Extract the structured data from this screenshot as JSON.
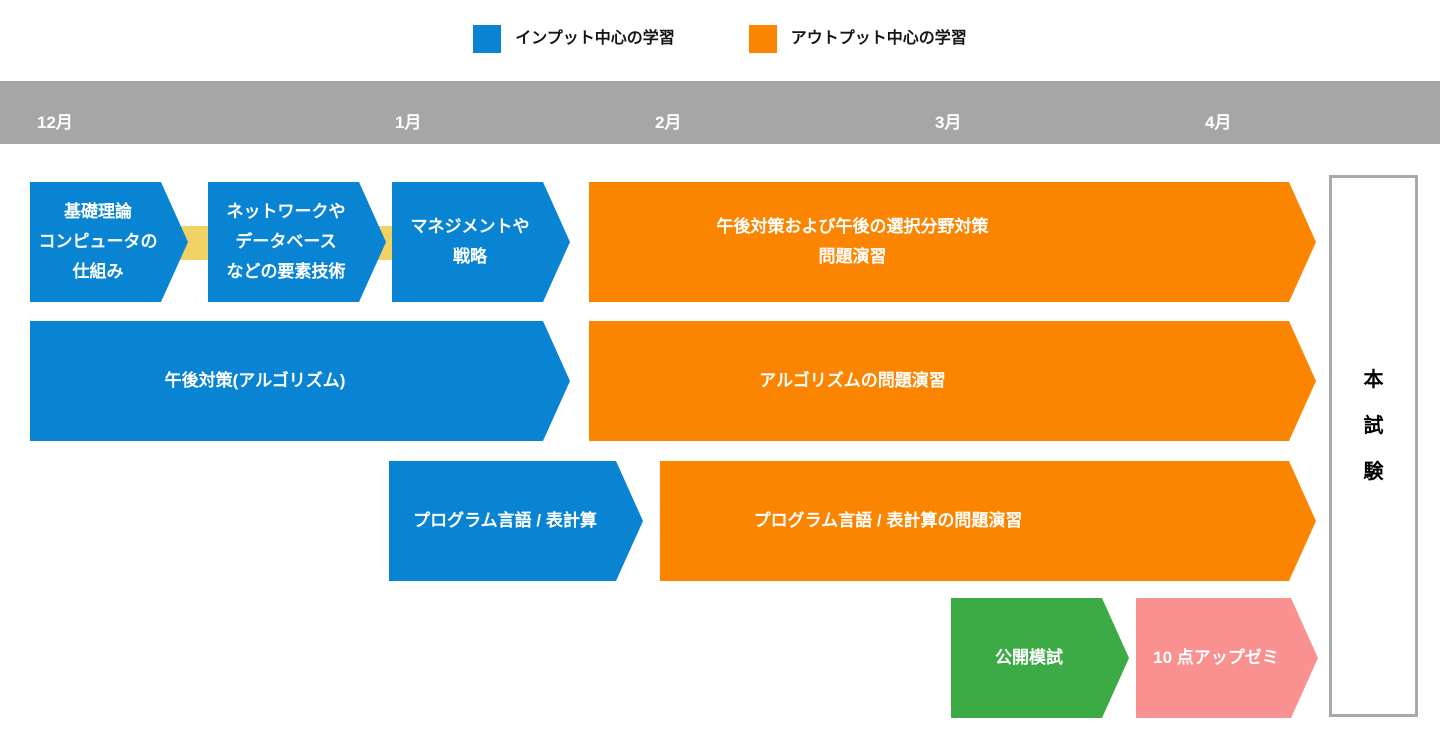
{
  "legend": {
    "items": [
      {
        "label": "インプット中心の学習",
        "color": "#0984d3"
      },
      {
        "label": "アウトプット中心の学習",
        "color": "#fb8500"
      }
    ]
  },
  "timeline": {
    "months": [
      "12月",
      "1月",
      "2月",
      "3月",
      "4月"
    ],
    "bar_color": "#a6a6a6"
  },
  "phases": {
    "row1_input_1": "基礎理論\nコンピュータの\n仕組み",
    "row1_input_2": "ネットワークや\nデータベース\nなどの要素技術",
    "row1_input_3": "マネジメントや\n戦略",
    "row1_output": "午後対策および午後の選択分野対策\n問題演習",
    "row2_input": "午後対策(アルゴリズム)",
    "row2_output": "アルゴリズムの問題演習",
    "row3_input": "プログラム言語 / 表計算",
    "row3_output": "プログラム言語 / 表計算の問題演習",
    "row4_mock": "公開模試",
    "row4_seminar": "10 点アップゼミ"
  },
  "exam": {
    "text": "本\n試\n験"
  },
  "colors": {
    "input_blue": "#0984d3",
    "output_orange": "#fb8500",
    "mock_green": "#3cab46",
    "seminar_pink": "#f8918f",
    "connector_yellow": "#efd164",
    "timeline_gray": "#a6a6a6"
  }
}
